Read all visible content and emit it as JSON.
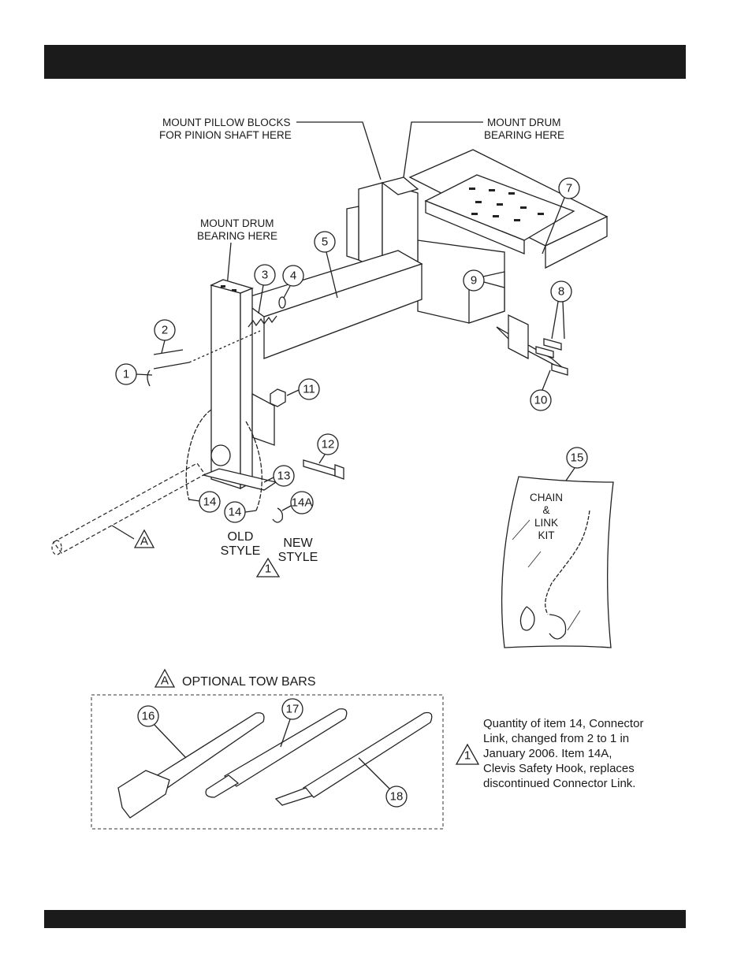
{
  "callouts": {
    "pillow_blocks": [
      "MOUNT PILLOW BLOCKS",
      "FOR PINION SHAFT HERE"
    ],
    "drum_bearing_right": [
      "MOUNT DRUM",
      "BEARING HERE"
    ],
    "drum_bearing_left": [
      "MOUNT DRUM",
      "BEARING HERE"
    ]
  },
  "item_numbers": {
    "n1": "1",
    "n2": "2",
    "n3": "3",
    "n4": "4",
    "n5": "5",
    "n7": "7",
    "n8": "8",
    "n9": "9",
    "n10": "10",
    "n11": "11",
    "n12": "12",
    "n13": "13",
    "n14a": "14",
    "n14b": "14",
    "n14A": "14A",
    "n15": "15",
    "n16": "16",
    "n17": "17",
    "n18": "18"
  },
  "style_labels": {
    "old": [
      "OLD",
      "STYLE"
    ],
    "new": [
      "NEW",
      "STYLE"
    ]
  },
  "markers": {
    "A": "A",
    "note1": "1"
  },
  "kit_label": [
    "CHAIN",
    "&",
    "LINK",
    "KIT"
  ],
  "tow_bars_title": "OPTIONAL TOW BARS",
  "note_lines": [
    "Quantity of item 14, Connector",
    "Link, changed from 2 to 1 in",
    "January 2006. Item 14A,",
    "Clevis Safety Hook, replaces",
    "discontinued Connector Link."
  ]
}
